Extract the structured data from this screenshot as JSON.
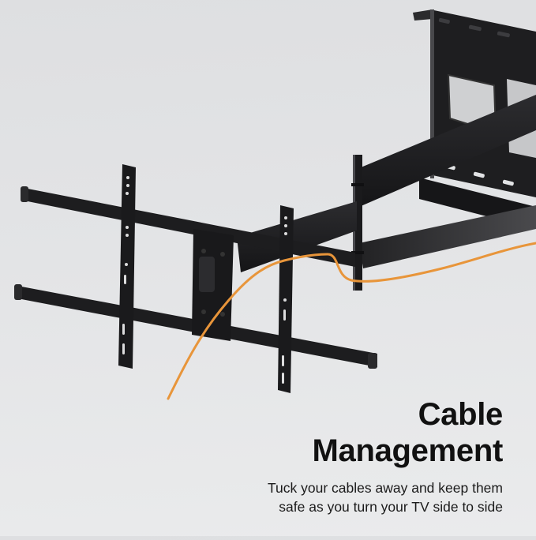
{
  "product_image": {
    "subject": "full-motion TV wall mount with extended articulating arm and orange cable routed through arm",
    "colors": {
      "background": "#e3e4e6",
      "mount_black": "#1c1c1e",
      "mount_highlight": "#3a3a3d",
      "cable_orange": "#e8953a"
    }
  },
  "caption": {
    "headline_line1": "Cable",
    "headline_line2": "Management",
    "subtext_line1": "Tuck your cables away and keep them",
    "subtext_line2": "safe as you turn your TV side to side"
  }
}
